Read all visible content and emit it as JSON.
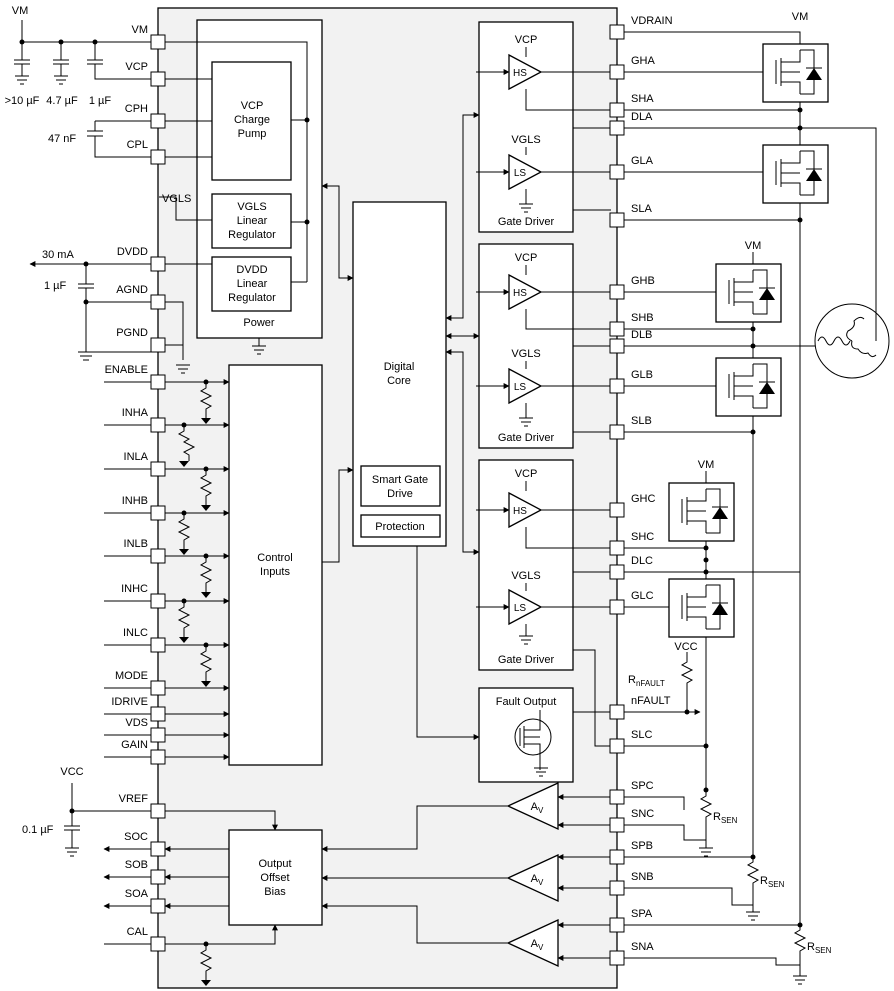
{
  "blocks": {
    "power_title": "Power",
    "vcp_pump": [
      "VCP",
      "Charge",
      "Pump"
    ],
    "vgls_reg": [
      "VGLS",
      "Linear",
      "Regulator"
    ],
    "dvdd_reg": [
      "DVDD",
      "Linear",
      "Regulator"
    ],
    "control_inputs": [
      "Control",
      "Inputs"
    ],
    "digital_core": [
      "Digital",
      "Core"
    ],
    "smart_gate": [
      "Smart Gate",
      "Drive"
    ],
    "protection": "Protection",
    "fault_output": "Fault Output",
    "output_offset": [
      "Output",
      "Offset",
      "Bias"
    ],
    "gate_driver": "Gate Driver",
    "hs": "HS",
    "ls": "LS",
    "vcp_label": "VCP",
    "vgls_label": "VGLS"
  },
  "left_pins": [
    {
      "name": "VM"
    },
    {
      "name": "VCP"
    },
    {
      "name": "CPH"
    },
    {
      "name": "CPL"
    },
    {
      "name": "DVDD"
    },
    {
      "name": "AGND"
    },
    {
      "name": "PGND"
    },
    {
      "name": "ENABLE"
    },
    {
      "name": "INHA"
    },
    {
      "name": "INLA"
    },
    {
      "name": "INHB"
    },
    {
      "name": "INLB"
    },
    {
      "name": "INHC"
    },
    {
      "name": "INLC"
    },
    {
      "name": "MODE"
    },
    {
      "name": "IDRIVE"
    },
    {
      "name": "VDS"
    },
    {
      "name": "GAIN"
    },
    {
      "name": "VREF"
    },
    {
      "name": "SOC"
    },
    {
      "name": "SOB"
    },
    {
      "name": "SOA"
    },
    {
      "name": "CAL"
    }
  ],
  "right_pins": [
    {
      "name": "VDRAIN"
    },
    {
      "name": "GHA"
    },
    {
      "name": "SHA"
    },
    {
      "name": "DLA"
    },
    {
      "name": "GLA"
    },
    {
      "name": "SLA"
    },
    {
      "name": "GHB"
    },
    {
      "name": "SHB"
    },
    {
      "name": "DLB"
    },
    {
      "name": "GLB"
    },
    {
      "name": "SLB"
    },
    {
      "name": "GHC"
    },
    {
      "name": "SHC"
    },
    {
      "name": "DLC"
    },
    {
      "name": "GLC"
    },
    {
      "name": "nFAULT"
    },
    {
      "name": "SLC"
    },
    {
      "name": "SPC"
    },
    {
      "name": "SNC"
    },
    {
      "name": "SPB"
    },
    {
      "name": "SNB"
    },
    {
      "name": "SPA"
    },
    {
      "name": "SNA"
    }
  ],
  "external": {
    "vm_top_left": "VM",
    "cap_10uf": ">10 µF",
    "cap_4_7uf": "4.7 µF",
    "cap_1uf": "1 µF",
    "cap_47nf": "47 nF",
    "vgls_ext": "VGLS",
    "dvdd_load": "30 mA",
    "cap_dvdd": "1 µF",
    "vcc_left": "VCC",
    "cap_vref": "0.1 µF",
    "vm_a": "VM",
    "vm_b": "VM",
    "vm_c": "VM",
    "vcc_right": "VCC",
    "r_nfault": "R",
    "r_nfault_sub": "nFAULT",
    "rsen": "R",
    "rsen_sub": "SEN",
    "amp": "A",
    "amp_sub": "V"
  }
}
